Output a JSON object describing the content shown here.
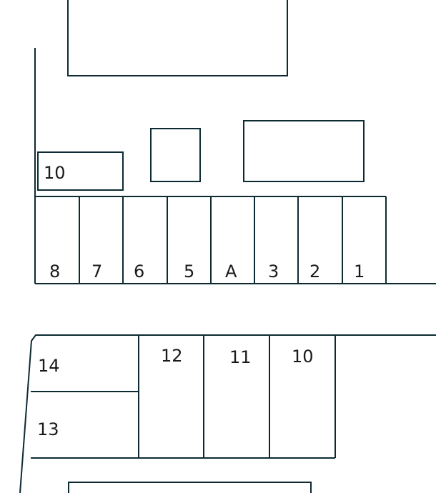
{
  "upper_block": {
    "labeled_box": "10",
    "spaces": [
      "8",
      "7",
      "6",
      "5",
      "A",
      "3",
      "2",
      "1"
    ]
  },
  "lower_block": {
    "left_spaces": [
      "14",
      "13"
    ],
    "right_spaces": [
      "12",
      "11",
      "10"
    ]
  }
}
